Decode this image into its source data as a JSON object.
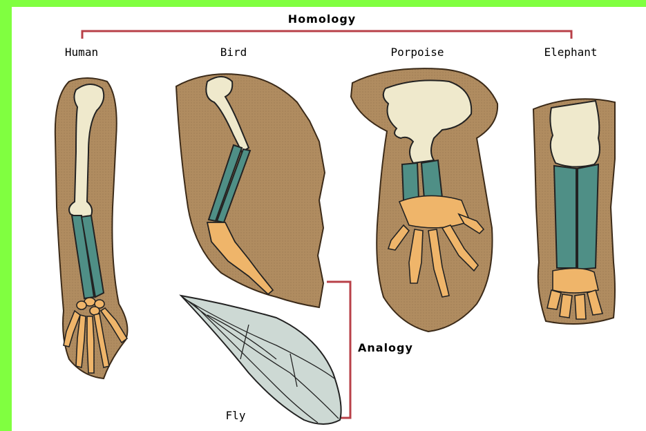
{
  "title": "Homology",
  "analogy_label": "Analogy",
  "species": {
    "human": "Human",
    "bird": "Bird",
    "porpoise": "Porpoise",
    "elephant": "Elephant",
    "fly": "Fly"
  },
  "colors": {
    "frame": "#80ff40",
    "background": "#ffffff",
    "bracket": "#b84048",
    "skin": "#b08c60",
    "humerus_bone": "#efe9cc",
    "forearm_bone": "#4f8f86",
    "hand_bone": "#efb56a",
    "fly_wing": "#cdd9d4"
  }
}
